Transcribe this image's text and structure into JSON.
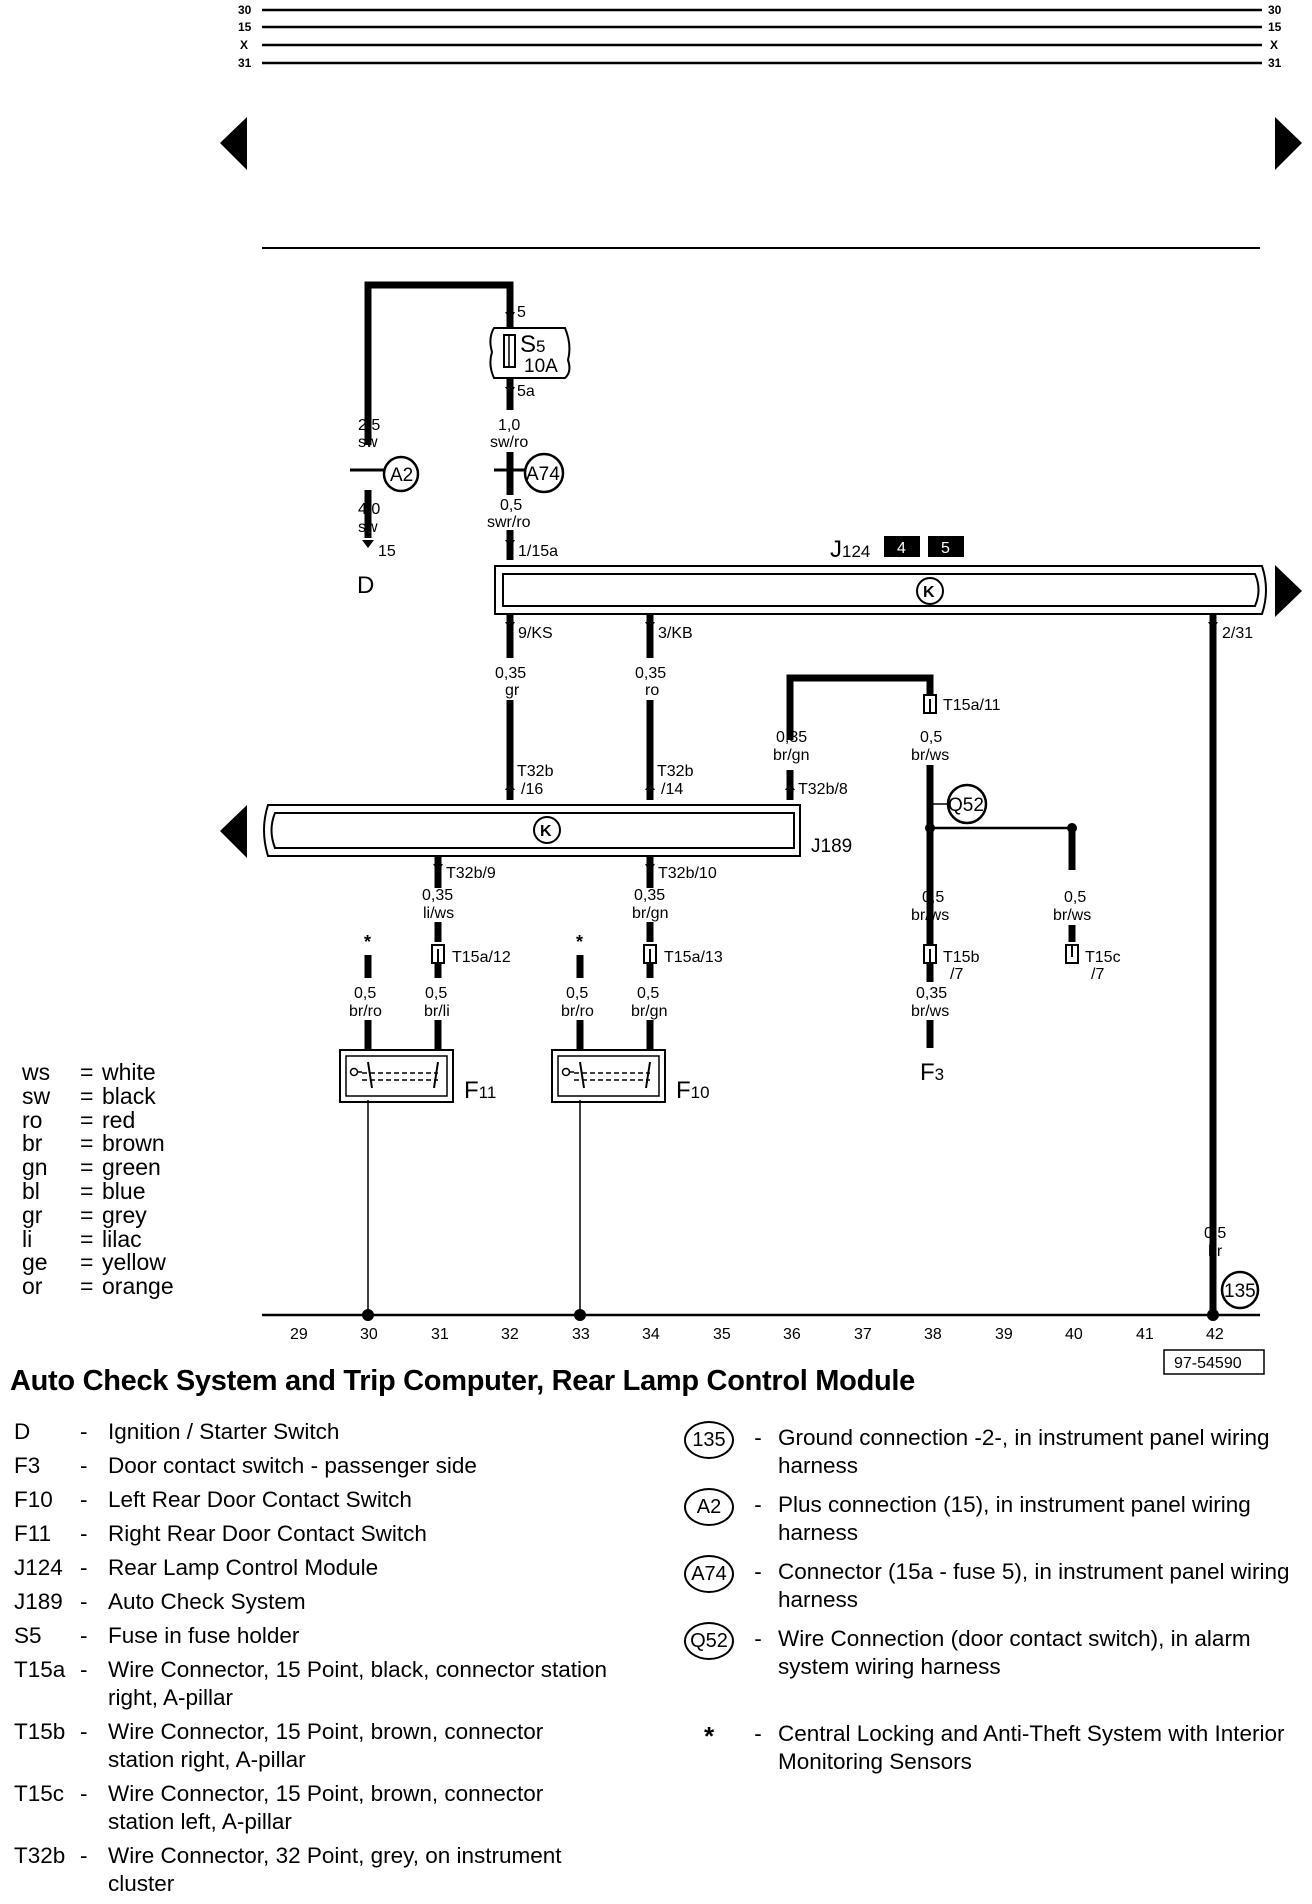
{
  "bus": {
    "rails": [
      "30",
      "15",
      "X",
      "31"
    ]
  },
  "fuse": {
    "name": "S5",
    "name_main": "S",
    "name_sub": "5",
    "rating": "10A",
    "pin_in": "5",
    "pin_out": "5a"
  },
  "wires": {
    "d_top": {
      "gauge": "2,5",
      "color": "sw"
    },
    "d_bottom": {
      "gauge": "4,0",
      "color": "sw",
      "pin": "15"
    },
    "fuse_out": {
      "gauge": "1,0",
      "color": "sw/ro"
    },
    "j124_in": {
      "gauge": "0,5",
      "color": "swr/ro",
      "pin": "1/15a"
    },
    "ks": {
      "pin": "9/KS",
      "gauge": "0,35",
      "color": "gr",
      "conn": "T32b",
      "conn_pin": "/16"
    },
    "kb": {
      "pin": "3/KB",
      "gauge": "0,35",
      "color": "ro",
      "conn": "T32b",
      "conn_pin": "/14"
    },
    "t32b8": {
      "gauge": "0,35",
      "color": "br/gn",
      "conn": "T32b/8"
    },
    "t15a11": {
      "conn": "T15a/11",
      "gauge": "0,5",
      "color": "br/ws"
    },
    "j124_gnd": {
      "pin": "2/31",
      "gauge": "0,5",
      "color": "br"
    },
    "t32b9": {
      "conn": "T32b/9",
      "gauge": "0,35",
      "color": "li/ws"
    },
    "t32b10": {
      "conn": "T32b/10",
      "gauge": "0,35",
      "color": "br/gn"
    },
    "f11_a": {
      "gauge": "0,5",
      "color": "br/ro"
    },
    "f11_b": {
      "conn": "T15a/12",
      "gauge": "0,5",
      "color": "br/li"
    },
    "f10_a": {
      "gauge": "0,5",
      "color": "br/ro"
    },
    "f10_b": {
      "conn": "T15a/13",
      "gauge": "0,5",
      "color": "br/gn"
    },
    "f3_up": {
      "gauge": "0,5",
      "color": "br/ws"
    },
    "t15b": {
      "conn": "T15b",
      "conn_pin": "/7",
      "gauge": "0,35",
      "color": "br/ws"
    },
    "t15c": {
      "gauge": "0,5",
      "color": "br/ws",
      "conn": "T15c",
      "conn_pin": "/7"
    }
  },
  "components": {
    "D": "D",
    "A2": "A2",
    "A74": "A74",
    "Q52": "Q52",
    "g135": "135",
    "J124": "J124",
    "J124_main": "J",
    "J124_sub": "124",
    "J124_page_a": "4",
    "J124_page_b": "5",
    "J189": "J189",
    "F11": "F11",
    "F11_main": "F",
    "F11_sub": "11",
    "F10": "F10",
    "F10_main": "F",
    "F10_sub": "10",
    "F3": "F3",
    "F3_main": "F",
    "F3_sub": "3",
    "module_symbol": "K",
    "star": "*"
  },
  "track_numbers": [
    "29",
    "30",
    "31",
    "32",
    "33",
    "34",
    "35",
    "36",
    "37",
    "38",
    "39",
    "40",
    "41",
    "42"
  ],
  "figure_id": "97-54590",
  "color_legend": [
    {
      "code": "ws",
      "name": "white"
    },
    {
      "code": "sw",
      "name": "black"
    },
    {
      "code": "ro",
      "name": "red"
    },
    {
      "code": "br",
      "name": "brown"
    },
    {
      "code": "gn",
      "name": "green"
    },
    {
      "code": "bl",
      "name": "blue"
    },
    {
      "code": "gr",
      "name": "grey"
    },
    {
      "code": "li",
      "name": "lilac"
    },
    {
      "code": "ge",
      "name": "yellow"
    },
    {
      "code": "or",
      "name": "orange"
    }
  ],
  "title": "Auto Check System and Trip Computer, Rear Lamp Control Module",
  "key_left": [
    {
      "code": "D",
      "dash": "-",
      "desc": "Ignition / Starter Switch"
    },
    {
      "code": "F3",
      "dash": "-",
      "desc": "Door contact switch - passenger side"
    },
    {
      "code": "F10",
      "dash": "-",
      "desc": "Left Rear Door Contact Switch"
    },
    {
      "code": "F11",
      "dash": "-",
      "desc": "Right Rear Door Contact Switch"
    },
    {
      "code": "J124",
      "dash": "-",
      "desc": "Rear Lamp Control Module"
    },
    {
      "code": "J189",
      "dash": "-",
      "desc": "Auto Check System"
    },
    {
      "code": "S5",
      "dash": "-",
      "desc": "Fuse in fuse holder"
    },
    {
      "code": "T15a",
      "dash": "-",
      "desc": "Wire Connector, 15 Point, black, connector station right, A-pillar"
    },
    {
      "code": "T15b",
      "dash": "-",
      "desc": "Wire Connector, 15 Point, brown, connector station right, A-pillar"
    },
    {
      "code": "T15c",
      "dash": "-",
      "desc": "Wire Connector, 15 Point, brown, connector station left, A-pillar"
    },
    {
      "code": "T32b",
      "dash": "-",
      "desc": "Wire Connector, 32 Point, grey, on instrument cluster"
    }
  ],
  "key_right": [
    {
      "symbol": "135",
      "dash": "-",
      "desc": "Ground connection -2-, in instrument panel wiring harness"
    },
    {
      "symbol": "A2",
      "dash": "-",
      "desc": "Plus connection (15), in instrument panel wiring harness"
    },
    {
      "symbol": "A74",
      "dash": "-",
      "desc": "Connector (15a - fuse 5), in instrument panel wiring harness"
    },
    {
      "symbol": "Q52",
      "dash": "-",
      "desc": "Wire Connection (door contact switch), in alarm system wiring harness"
    }
  ],
  "key_star": {
    "symbol": "*",
    "dash": "-",
    "desc": "Central Locking and Anti-Theft System with Interior Monitoring Sensors"
  }
}
